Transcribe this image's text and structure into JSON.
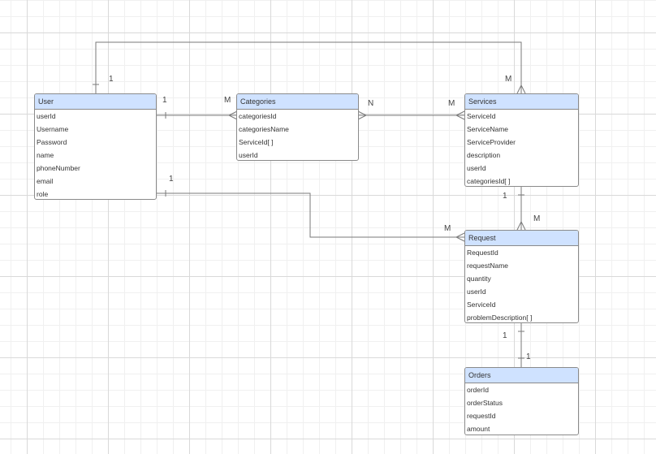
{
  "colors": {
    "header_fill": "#cfe2ff",
    "border": "#8a8a8a",
    "connector": "#7a7a7a",
    "text": "#333333"
  },
  "entities": {
    "user": {
      "title": "User",
      "fields": [
        "userId",
        "Username",
        "Password",
        "name",
        "phoneNumber",
        "email",
        "role"
      ]
    },
    "categories": {
      "title": "Categories",
      "fields": [
        "categoriesId",
        "categoriesName",
        "ServiceId[ ]",
        "userId"
      ]
    },
    "services": {
      "title": "Services",
      "fields": [
        "ServiceId",
        "ServiceName",
        "ServiceProvider",
        "description",
        "userId",
        "categoriesId[ ]"
      ]
    },
    "request": {
      "title": "Request",
      "fields": [
        "RequestId",
        "requestName",
        "quantity",
        "userId",
        "ServiceId",
        "problemDescription[ ]"
      ]
    },
    "orders": {
      "title": "Orders",
      "fields": [
        "orderId",
        "orderStatus",
        "requestId",
        "amount"
      ]
    }
  },
  "cardinalities": {
    "user_services_top_user": "1",
    "user_services_top_services": "M",
    "user_categories_user": "1",
    "user_categories_categories": "M",
    "categories_services_categories": "N",
    "categories_services_services": "M",
    "user_request_user": "1",
    "user_request_request": "M",
    "services_request_services": "1",
    "services_request_request": "M",
    "request_orders_request": "1",
    "request_orders_orders": "1"
  }
}
